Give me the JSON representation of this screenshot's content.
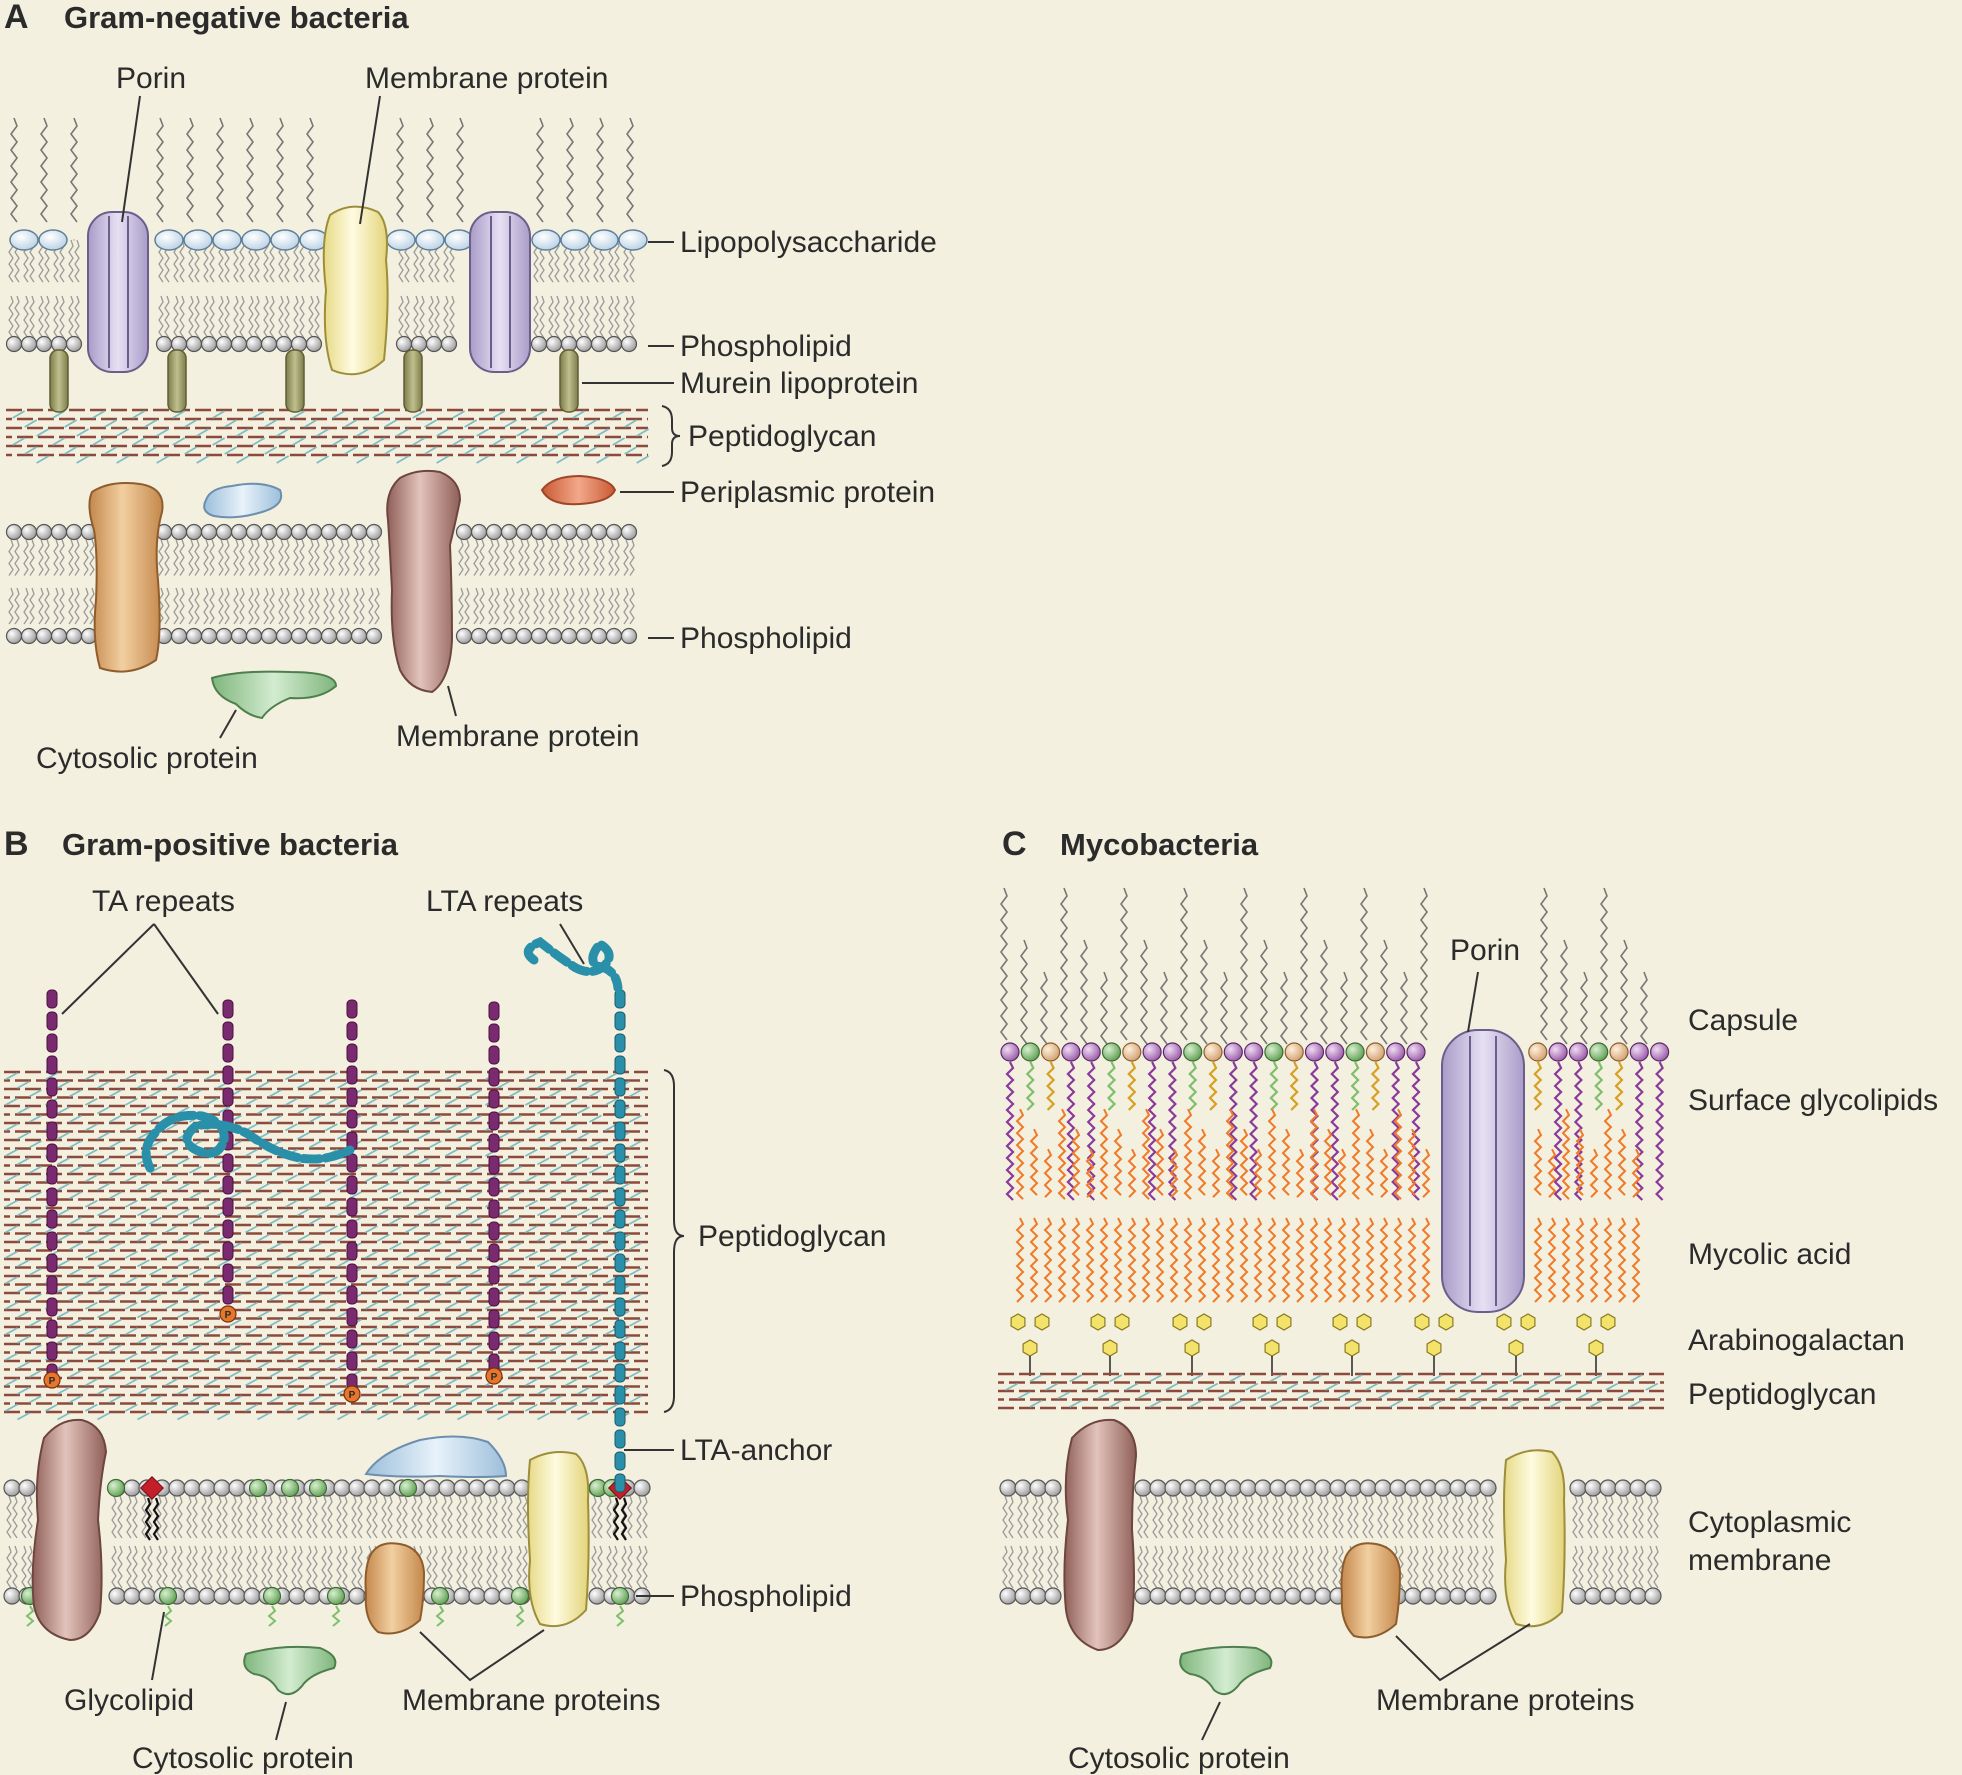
{
  "panels": {
    "a": {
      "letter": "A",
      "title": "Gram-negative bacteria",
      "labels": {
        "porin": "Porin",
        "membrane_protein_top": "Membrane protein",
        "lipopolysaccharide": "Lipopolysaccharide",
        "phospholipid_outer": "Phospholipid",
        "murein_lipoprotein": "Murein lipoprotein",
        "peptidoglycan": "Peptidoglycan",
        "periplasmic_protein": "Periplasmic protein",
        "phospholipid_inner": "Phospholipid",
        "cytosolic_protein": "Cytosolic protein",
        "membrane_protein_bottom": "Membrane protein"
      }
    },
    "b": {
      "letter": "B",
      "title": "Gram-positive bacteria",
      "labels": {
        "ta_repeats": "TA repeats",
        "lta_repeats": "LTA repeats",
        "peptidoglycan": "Peptidoglycan",
        "lta_anchor": "LTA-anchor",
        "phospholipid": "Phospholipid",
        "glycolipid": "Glycolipid",
        "membrane_proteins": "Membrane proteins",
        "cytosolic_protein": "Cytosolic protein",
        "phosphate": "P"
      }
    },
    "c": {
      "letter": "C",
      "title": "Mycobacteria",
      "labels": {
        "porin": "Porin",
        "capsule": "Capsule",
        "surface_glycolipids": "Surface glycolipids",
        "mycolic_acid": "Mycolic acid",
        "arabinogalactan": "Arabinogalactan",
        "peptidoglycan": "Peptidoglycan",
        "cytoplasmic_membrane_line1": "Cytoplasmic",
        "cytoplasmic_membrane_line2": "membrane",
        "membrane_proteins": "Membrane proteins",
        "cytosolic_protein": "Cytosolic protein"
      }
    }
  },
  "colors": {
    "background": "#f3f0df",
    "lipid_head": "#b9b9b9",
    "porin": "#c9c0e0",
    "yellow_protein": "#fbf3b7",
    "tan_protein": "#d9a86a",
    "mauve_protein": "#b58a80",
    "green_protein": "#a9d3a5",
    "blue_protein": "#c4dcee",
    "orange_protein": "#e07a52",
    "lps_head": "#dde9f2",
    "murein": "#9a9a6a",
    "peptidoglycan_brown": "#8c4a3c",
    "peptidoglycan_teal": "#7bbcc4",
    "ta_purple": "#7a2a6e",
    "lta_teal": "#2a8fa8",
    "phosphate_orange": "#e6772a",
    "anchor_red": "#c41e2a",
    "glycolipid_green": "#7fbf6a",
    "mycolic_orange": "#f07a28",
    "glycolipid_purple": "#8a3a9a",
    "arabinogalactan_yellow": "#f3e36a"
  }
}
